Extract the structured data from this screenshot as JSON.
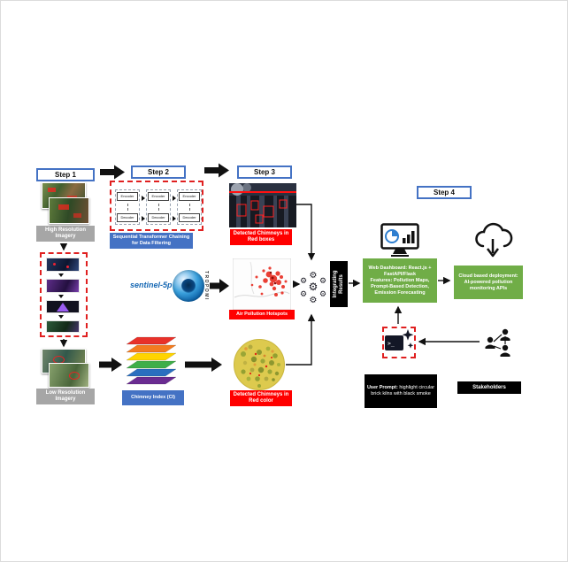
{
  "steps": {
    "step1": "Step 1",
    "step2": "Step 2",
    "step3": "Step 3",
    "step4": "Step 4"
  },
  "step1": {
    "high_res_label": "High Resolution Imagery",
    "low_res_label": "Low Resolution Imagery"
  },
  "step2": {
    "transformer_label": "Sequential Transformer Chaining for Data Filtering",
    "encoder_label": "Encoder",
    "decoder_label": "Decoder",
    "sentinel_logo": "sentinel-5p",
    "tropomi_label": "TROPOMI",
    "chimney_index_label": "Chimney Index (CI)"
  },
  "step3": {
    "red_boxes_label": "Detected Chimneys in Red boxes",
    "hotspots_label": "Air Pollution Hotspots",
    "red_color_label": "Detected Chimneys in Red color"
  },
  "integration": {
    "label": "Integrating Results"
  },
  "step4": {
    "dashboard_line1": "Web Dashboard: React.js + FastAPI/Flask",
    "dashboard_line2": "Features: Pollution Maps, Prompt-Based Detection, Emission Forecasting",
    "cloud_line1": "Cloud based deployment:",
    "cloud_line2": "AI-powered pollution monitoring APIs",
    "prompt_title": "User Prompt:",
    "prompt_text": "highlight circular brick kilns with black smoke",
    "stakeholders_label": "Stakeholders"
  },
  "icons": {
    "gear_glyph": "⚙",
    "terminal_prompt_glyph": ">_"
  },
  "colors": {
    "step_border_blue": "#4472C4",
    "blue_label": "#4472C4",
    "red_label": "#FF0000",
    "gray_label": "#A6A6A6",
    "green_box": "#70AD47",
    "black_box": "#000000",
    "dashed_red": "#E02020"
  }
}
